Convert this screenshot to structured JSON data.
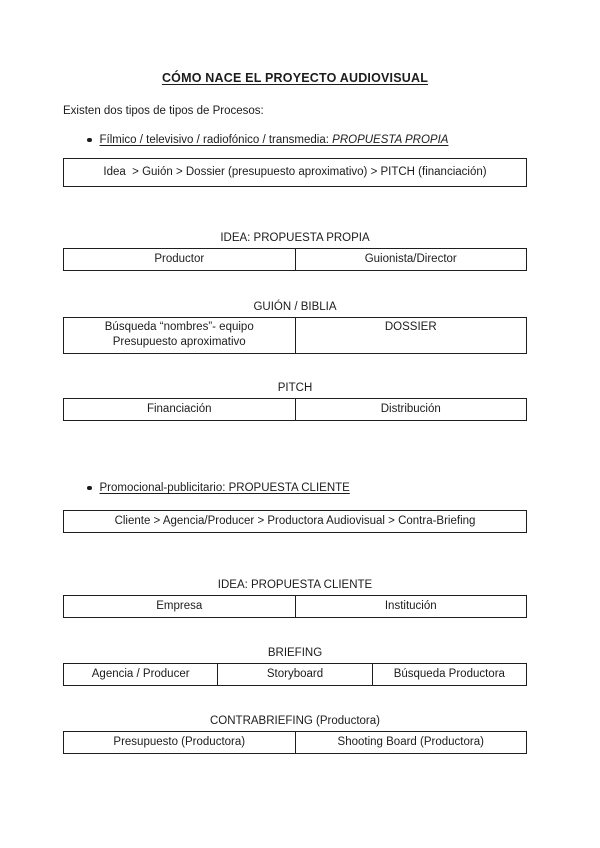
{
  "document": {
    "title": "CÓMO NACE EL PROYECTO AUDIOVISUAL",
    "intro": "Existen dos tipos de tipos de Procesos:",
    "process1": {
      "bullet_prefix": "Fílmico / televisivo / radiofónico / transmedia: ",
      "bullet_emphasis": "PROPUESTA PROPIA",
      "flow": "Idea  > Guión > Dossier (presupuesto aproximativo) > PITCH (financiación)",
      "tables": [
        {
          "heading": "IDEA: PROPUESTA PROPIA",
          "cells": [
            "Productor",
            "Guionista/Director"
          ]
        },
        {
          "heading": "GUIÓN / BIBLIA",
          "cells": [
            "Búsqueda “nombres”- equipo\nPresupuesto aproximativo",
            "DOSSIER"
          ]
        },
        {
          "heading": "PITCH",
          "cells": [
            "Financiación",
            "Distribución"
          ]
        }
      ]
    },
    "process2": {
      "bullet_text": "Promocional-publicitario: PROPUESTA CLIENTE",
      "flow": "Cliente > Agencia/Producer > Productora Audiovisual > Contra-Briefing",
      "tables": [
        {
          "heading": "IDEA: PROPUESTA CLIENTE",
          "cells": [
            "Empresa",
            "Institución"
          ]
        },
        {
          "heading": "BRIEFING",
          "cells": [
            "Agencia / Producer",
            "Storyboard",
            "Búsqueda Productora"
          ]
        },
        {
          "heading": "CONTRABRIEFING (Productora)",
          "cells": [
            "Presupuesto (Productora)",
            "Shooting Board (Productora)"
          ]
        }
      ]
    },
    "colors": {
      "text": "#1c1c1c",
      "border": "#1e1e1e",
      "background": "#ffffff"
    }
  }
}
